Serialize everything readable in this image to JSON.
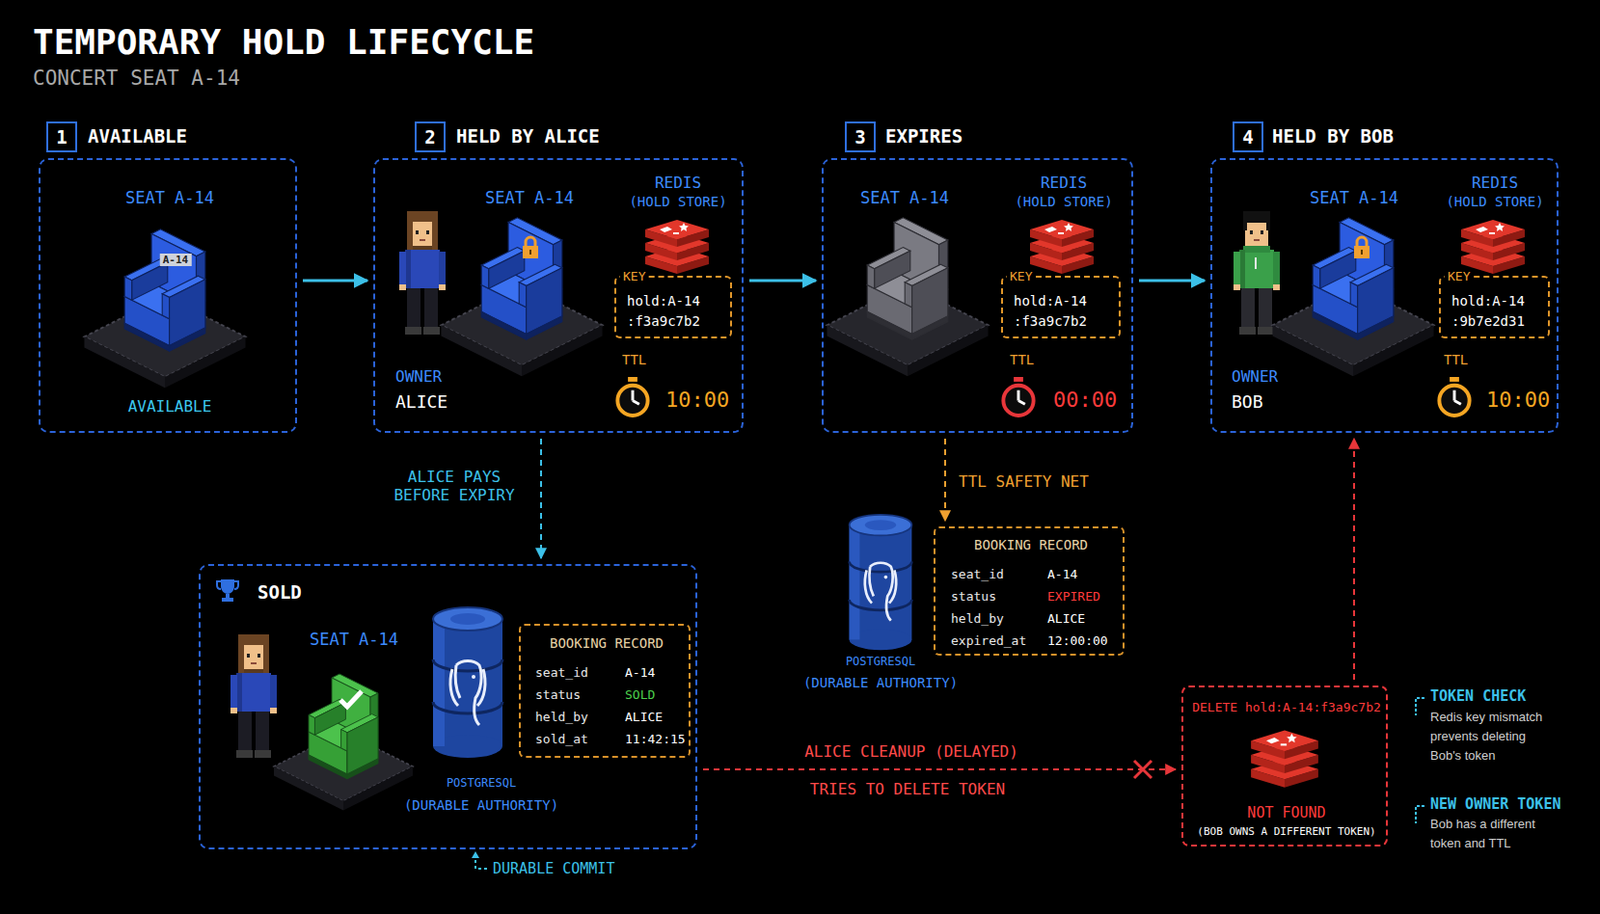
{
  "diagram": {
    "title": "TEMPORARY HOLD LIFECYCLE",
    "nodes": [
      {
        "text": [
          "1",
          "AVAILABLE",
          "SEAT A-14",
          "A-14",
          "AVAILABLE"
        ]
      },
      {
        "text": [
          "2",
          "HELD BY ALICE",
          "SEAT A-14",
          "REDIS",
          "(HOLD STORE)",
          "OWNER",
          "ALICE",
          "TTL",
          "10:00"
        ]
      },
      {
        "text": [
          "KEY",
          "hold:A-14 :f3a9c7b2"
        ],
        "in": 1
      },
      {
        "text": [
          "3",
          "EXPIRES",
          "SEAT A-14",
          "REDIS",
          "(HOLD STORE)",
          "TTL",
          "00:00"
        ]
      },
      {
        "text": [
          "KEY",
          "hold:A-14 :f3a9c7b2"
        ],
        "in": 3
      },
      {
        "text": [
          "4",
          "HELD BY BOB",
          "SEAT A-14",
          "REDIS",
          "(HOLD STORE)",
          "OWNER",
          "BOB",
          "TTL",
          "10:00"
        ]
      },
      {
        "text": [
          "KEY",
          "hold:A-14 :9b7e2d31"
        ],
        "in": 5
      },
      {
        "text": [
          "SOLD",
          "SEAT A-14",
          "POSTGRESQL",
          "(DURABLE AUTHORITY)"
        ]
      },
      {
        "text": [
          "BOOKING RECORD",
          "seat_id",
          "A-14",
          "status",
          "SOLD",
          "held_by",
          "ALICE",
          "sold_at",
          "11:42:15"
        ],
        "in": 7
      },
      {
        "text": [
          "BOOKING RECORD",
          "seat_id",
          "A-14",
          "status",
          "EXPIRED",
          "held_by",
          "ALICE",
          "expired_at",
          "12:00:00"
        ]
      },
      {
        "text": [
          "DELETE hold:A-14:f3a9c7b2",
          "NOT FOUND",
          "(BOB OWNS A DIFFERENT TOKEN)"
        ]
      }
    ],
    "edges": [
      {
        "from": 0,
        "to": 1,
        "arrow": "to"
      },
      {
        "from": 1,
        "to": 3,
        "arrow": "to"
      },
      {
        "from": 3,
        "to": 5,
        "arrow": "to"
      },
      {
        "from": 1,
        "to": 7,
        "label": "ALICE PAYS BEFORE EXPIRY",
        "arrow": "to"
      },
      {
        "from": 3,
        "to": 9,
        "label": "TTL SAFETY NET",
        "arrow": "to"
      },
      {
        "from": 7,
        "to": 10,
        "label": "ALICE CLEANUP (DELAYED)",
        "arrow": "to"
      },
      {
        "from": 10,
        "to": 5,
        "arrow": "to"
      }
    ],
    "labels": [
      "CONCERT SEAT A-14",
      "POSTGRESQL",
      "(DURABLE AUTHORITY)",
      "TRIES TO DELETE TOKEN",
      "DURABLE COMMIT",
      "TOKEN CHECK",
      "Redis key mismatch prevents deleting Bob's token",
      "NEW OWNER TOKEN",
      "Bob has a different token and TTL"
    ]
  }
}
